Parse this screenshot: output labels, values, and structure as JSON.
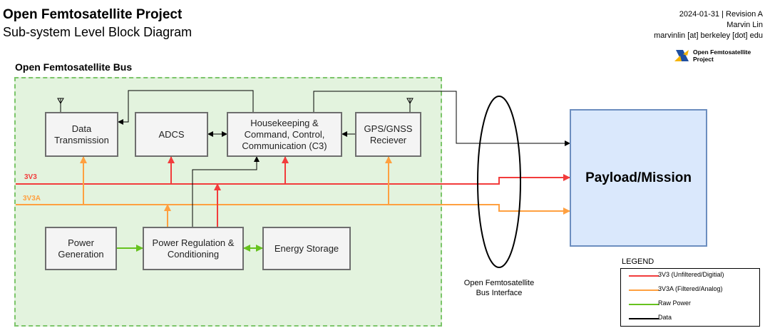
{
  "header": {
    "title": "Open Femtosatellite Project",
    "subtitle": "Sub-system Level Block Diagram"
  },
  "meta": {
    "date_revision": "2024-01-31 | Revision A",
    "author": "Marvin Lin",
    "email": "marvinlin [at] berkeley [dot] edu"
  },
  "logo": {
    "line1": "Open Femtosatellite",
    "line2": "Project"
  },
  "bus": {
    "title": "Open Femtosatellite Bus",
    "rails": {
      "v3v3": "3V3",
      "v3v3a": "3V3A"
    }
  },
  "blocks": {
    "data_tx": {
      "line1": "Data",
      "line2": "Transmission"
    },
    "adcs": {
      "line1": "ADCS"
    },
    "c3": {
      "line1": "Housekeeping &",
      "line2": "Command, Control,",
      "line3": "Communication (C3)"
    },
    "gps": {
      "line1": "GPS/GNSS",
      "line2": "Reciever"
    },
    "power_gen": {
      "line1": "Power",
      "line2": "Generation"
    },
    "power_reg": {
      "line1": "Power Regulation &",
      "line2": "Conditioning"
    },
    "energy": {
      "line1": "Energy Storage"
    }
  },
  "payload": {
    "label": "Payload/Mission"
  },
  "interface": {
    "line1": "Open Femtosatellite",
    "line2": "Bus Interface"
  },
  "legend": {
    "title": "LEGEND",
    "items": [
      {
        "label": "3V3 (Unfiltered/Digitial)",
        "color": "#f23c3c"
      },
      {
        "label": "3V3A (Filtered/Analog)",
        "color": "#ffa040"
      },
      {
        "label": "Raw Power",
        "color": "#66c21e"
      },
      {
        "label": "Data",
        "color": "#000000"
      }
    ]
  },
  "colors": {
    "rail_3v3": "#f23c3c",
    "rail_3v3a": "#ffa040",
    "raw_power": "#66c21e",
    "data": "#000000",
    "bus_fill": "#e3f3de",
    "bus_border": "#7cc56a",
    "payload_fill": "#dae8fc",
    "payload_border": "#6c8ebf"
  }
}
